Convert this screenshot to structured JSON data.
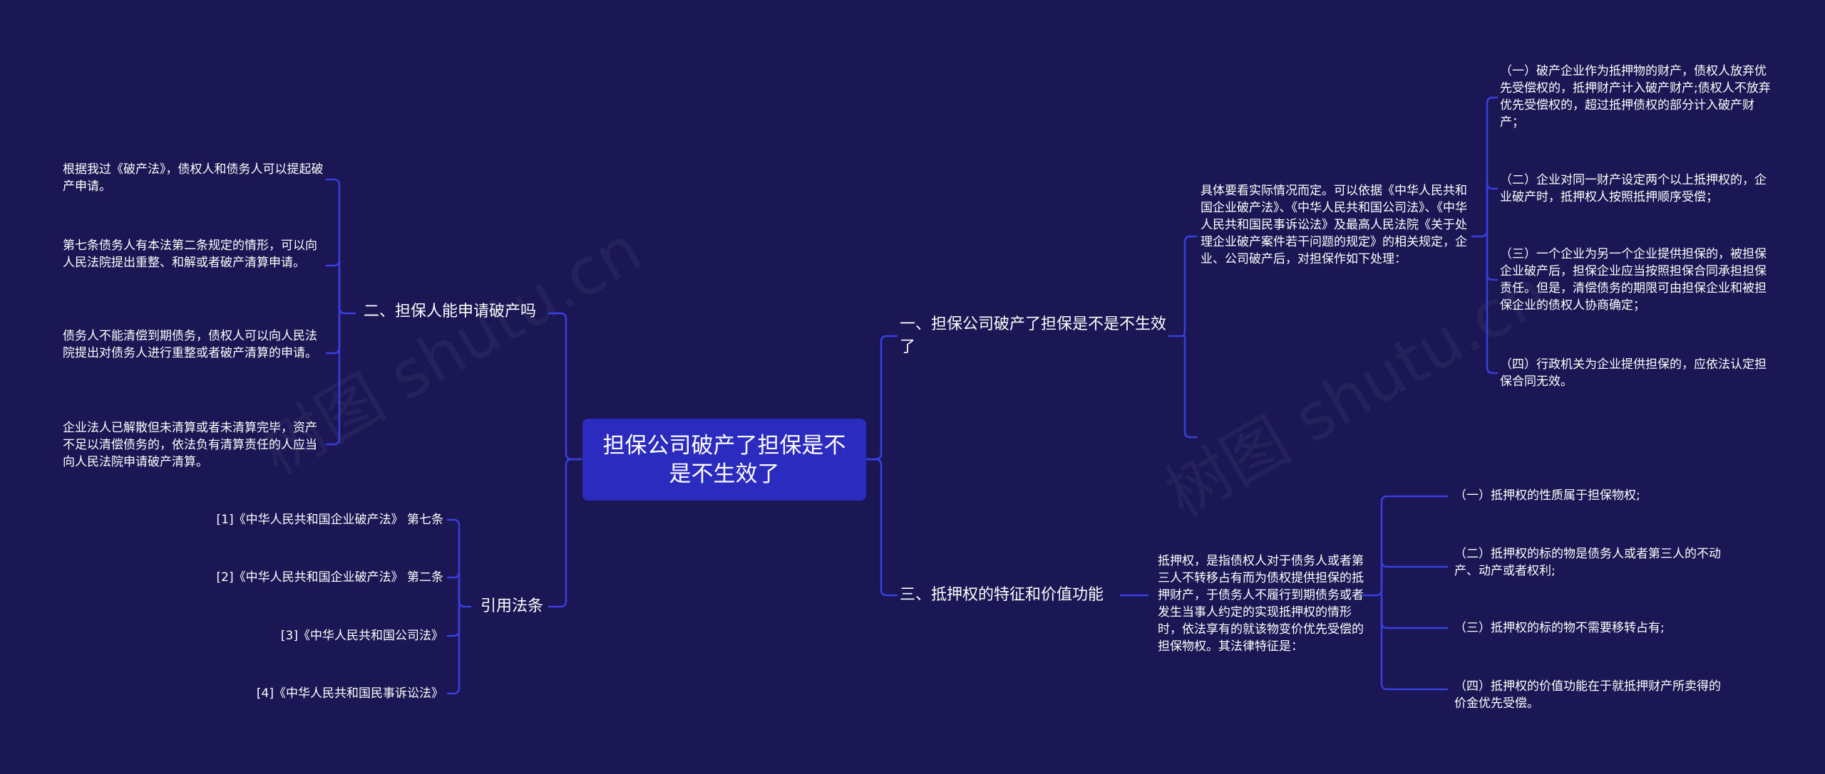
{
  "root": {
    "label": "担保公司破产了担保是不是不生效了"
  },
  "branch1": {
    "label": "一、担保公司破产了担保是不是不生效了",
    "summary": "具体要看实际情况而定。可以依据《中华人民共和国企业破产法》、《中华人民共和国公司法》、《中华人民共和国民事诉讼法》及最高人民法院《关于处理企业破产案件若干问题的规定》的相关规定，企业、公司破产后，对担保作如下处理：",
    "items": [
      "（一）破产企业作为抵押物的财产，债权人放弃优先受偿权的，抵押财产计入破产财产;债权人不放弃优先受偿权的，超过抵押债权的部分计入破产财产；",
      "（二）企业对同一财产设定两个以上抵押权的，企业破产时，抵押权人按照抵押顺序受偿；",
      "（三）一个企业为另一个企业提供担保的，被担保企业破产后，担保企业应当按照担保合同承担担保责任。但是，清偿债务的期限可由担保企业和被担保企业的债权人协商确定；",
      "（四）行政机关为企业提供担保的，应依法认定担保合同无效。"
    ]
  },
  "branch3": {
    "label": "三、抵押权的特征和价值功能",
    "summary": "抵押权，是指债权人对于债务人或者第三人不转移占有而为债权提供担保的抵押财产，于债务人不履行到期债务或者发生当事人约定的实现抵押权的情形时，依法享有的就该物变价优先受偿的担保物权。其法律特征是：",
    "items": [
      "（一）抵押权的性质属于担保物权;",
      "（二）抵押权的标的物是债务人或者第三人的不动产、动产或者权利;",
      "（三）抵押权的标的物不需要移转占有;",
      "（四）抵押权的价值功能在于就抵押财产所卖得的价金优先受偿。"
    ]
  },
  "branch2": {
    "label": "二、担保人能申请破产吗",
    "items": [
      "根据我过《破产法》，债权人和债务人可以提起破产申请。",
      "第七条债务人有本法第二条规定的情形，可以向人民法院提出重整、和解或者破产清算申请。",
      "债务人不能清偿到期债务，债权人可以向人民法院提出对债务人进行重整或者破产清算的申请。",
      "企业法人已解散但未清算或者未清算完毕，资产不足以清偿债务的，依法负有清算责任的人应当向人民法院申请破产清算。"
    ]
  },
  "citations": {
    "label": "引用法条",
    "items": [
      "[1]《中华人民共和国企业破产法》 第七条",
      "[2]《中华人民共和国企业破产法》 第二条",
      "[3]《中华人民共和国公司法》",
      "[4]《中华人民共和国民事诉讼法》"
    ]
  },
  "watermarks": [
    "树图 shutu.cn",
    "树图 shutu.cn"
  ],
  "colors": {
    "background": "#1b1754",
    "root_fill": "#2b2bbf",
    "connector": "#3a3ee0",
    "text": "#ffffff"
  }
}
